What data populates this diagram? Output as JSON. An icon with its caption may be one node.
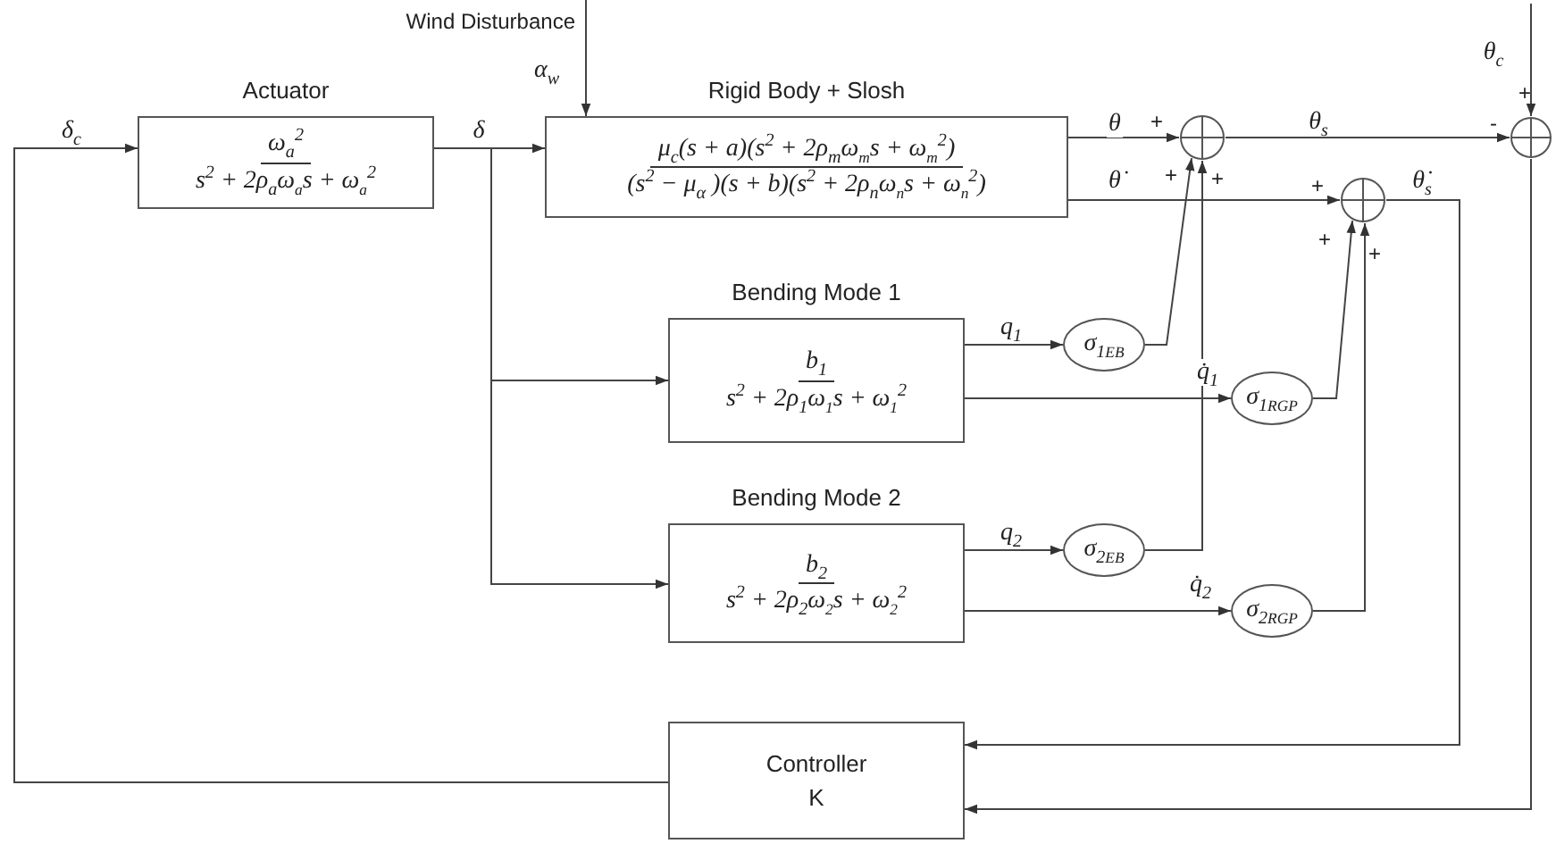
{
  "diagram": {
    "nodes": [
      {
        "text": [
          "Actuator",
          "ω$_{a}$$^{2}$",
          "s$^{2}$ + 2ρ$_{a}$ω$_{a}$s + ω$_{a}$$^{2}$"
        ]
      },
      {
        "text": [
          "Rigid Body + Slosh",
          "μ$_{c}$(s + a)(s$^{2}$ + 2ρ$_{m}$ω$_{m}$s + ω$_{m}$$^{2}$)",
          "(s$^{2}$ − μ$_{α}$ )(s + b)(s$^{2}$ + 2ρ$_{n}$ω$_{n}$s + ω$_{n}$$^{2}$)"
        ]
      },
      {
        "text": [
          "Bending Mode 1",
          "b$_{1}$",
          "s$^{2}$ + 2ρ$_{1}$ω$_{1}$s + ω$_{1}$$^{2}$"
        ]
      },
      {
        "text": [
          "Bending Mode 2",
          "b$_{2}$",
          "s$^{2}$ + 2ρ$_{2}$ω$_{2}$s + ω$_{2}$$^{2}$"
        ]
      },
      {
        "text": [
          "σ$_{1}$$_{EB}$"
        ]
      },
      {
        "text": [
          "σ$_{1}$$_{RGP}$"
        ]
      },
      {
        "text": [
          "σ$_{2}$$_{EB}$"
        ]
      },
      {
        "text": [
          "σ$_{2}$$_{RGP}$"
        ]
      },
      {
        "text": [],
        "shape": "circle"
      },
      {
        "text": [],
        "shape": "circle"
      },
      {
        "text": [],
        "shape": "circle"
      },
      {
        "text": [
          "Controller",
          "K"
        ]
      }
    ],
    "edges": [
      {
        "from": 11,
        "to": 0,
        "arrow": "to",
        "label": "δ$_{c}$"
      },
      {
        "from": 0,
        "to": 1,
        "arrow": "to",
        "label": "δ"
      },
      {
        "from": 0,
        "to": 2,
        "arrow": "to"
      },
      {
        "from": 0,
        "to": 3,
        "arrow": "to"
      },
      {
        "from": null,
        "to": 1,
        "arrow": "to",
        "label": "α$_{w}$"
      },
      {
        "from": 1,
        "to": 8,
        "arrow": "to",
        "label": "θ"
      },
      {
        "from": 1,
        "to": 9,
        "arrow": "to",
        "label": "θ̇"
      },
      {
        "from": 2,
        "to": 4,
        "arrow": "to",
        "label": "q$_{1}$"
      },
      {
        "from": 2,
        "to": 5,
        "arrow": "to",
        "label": "q̇$_{1}$"
      },
      {
        "from": 3,
        "to": 6,
        "arrow": "to",
        "label": "q$_{2}$"
      },
      {
        "from": 3,
        "to": 7,
        "arrow": "to",
        "label": "q̇$_{2}$"
      },
      {
        "from": 4,
        "to": 8,
        "arrow": "to"
      },
      {
        "from": 6,
        "to": 8,
        "arrow": "to"
      },
      {
        "from": 5,
        "to": 9,
        "arrow": "to"
      },
      {
        "from": 7,
        "to": 9,
        "arrow": "to"
      },
      {
        "from": 8,
        "to": 10,
        "arrow": "to",
        "label": "θ$_{s}$"
      },
      {
        "from": null,
        "to": 10,
        "arrow": "to",
        "label": "θ$_{c}$"
      },
      {
        "from": 9,
        "to": 11,
        "arrow": "to",
        "label": "θ̇$_{s}$"
      },
      {
        "from": 10,
        "to": 11,
        "arrow": "to"
      }
    ],
    "labels": [
      "Wind Disturbance",
      "+",
      "+",
      "-",
      "+",
      "+",
      "+",
      "+",
      "+"
    ]
  }
}
